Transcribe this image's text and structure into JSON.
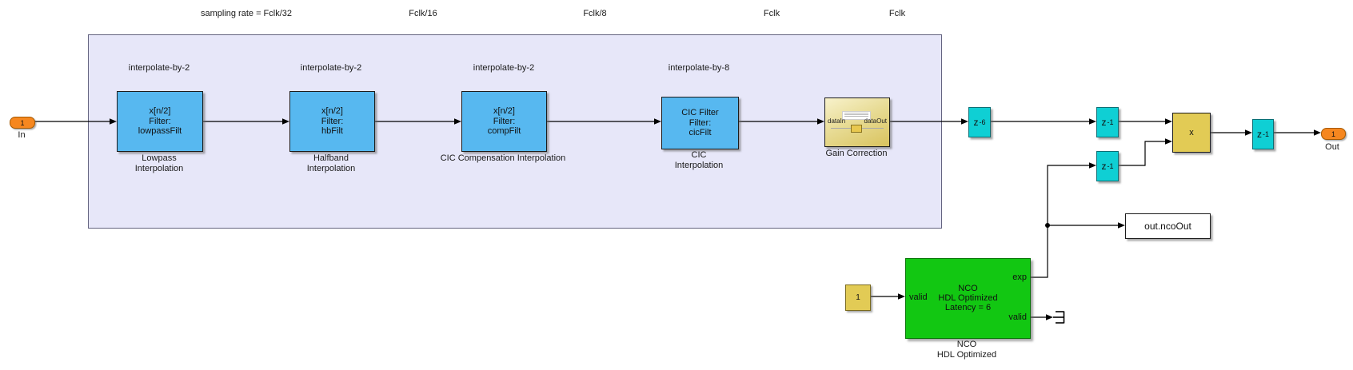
{
  "rate_labels": [
    "sampling rate = Fclk/32",
    "Fclk/16",
    "Fclk/8",
    "Fclk",
    "Fclk"
  ],
  "annotations": [
    "interpolate-by-2",
    "interpolate-by-2",
    "interpolate-by-2",
    "interpolate-by-8"
  ],
  "inport": {
    "id": "1",
    "name": "In"
  },
  "outport": {
    "id": "1",
    "name": "Out"
  },
  "filters": [
    {
      "lines": [
        "x[n/2]",
        "Filter:",
        "lowpassFilt"
      ],
      "name_lines": [
        "Lowpass",
        "Interpolation"
      ]
    },
    {
      "lines": [
        "x[n/2]",
        "Filter:",
        "hbFilt"
      ],
      "name_lines": [
        "Halfband",
        "Interpolation"
      ]
    },
    {
      "lines": [
        "x[n/2]",
        "Filter:",
        "compFilt"
      ],
      "name_lines": [
        "CIC Compensation Interpolation"
      ]
    },
    {
      "lines": [
        "CIC Filter",
        "Filter:",
        "cicFilt"
      ],
      "name_lines": [
        "CIC",
        "Interpolation"
      ]
    }
  ],
  "gain": {
    "port_in": "dataIn",
    "port_out": "dataOut",
    "label": "Gain Correction"
  },
  "delays": [
    {
      "base": "z",
      "exp": "-6"
    },
    {
      "base": "z",
      "exp": "-1"
    },
    {
      "base": "z",
      "exp": "-1"
    },
    {
      "base": "z",
      "exp": "-1"
    }
  ],
  "product": {
    "symbol": "x"
  },
  "workspace": {
    "label": "out.ncoOut"
  },
  "constant": {
    "value": "1"
  },
  "nco": {
    "lines": [
      "NCO",
      "HDL Optimized",
      "Latency = 6"
    ],
    "port_valid_in": "valid",
    "port_exp": "exp",
    "port_valid_out": "valid",
    "name_lines": [
      "NCO",
      "HDL Optimized"
    ]
  },
  "colors": {
    "filter_fill": "#57B8F0",
    "delay_fill": "#0FCFD4",
    "gold_fill": "#E2CB55",
    "green_fill": "#12C712",
    "port_fill": "#F6871F",
    "area_fill": "#E7E7F9",
    "wire": "#000000"
  }
}
